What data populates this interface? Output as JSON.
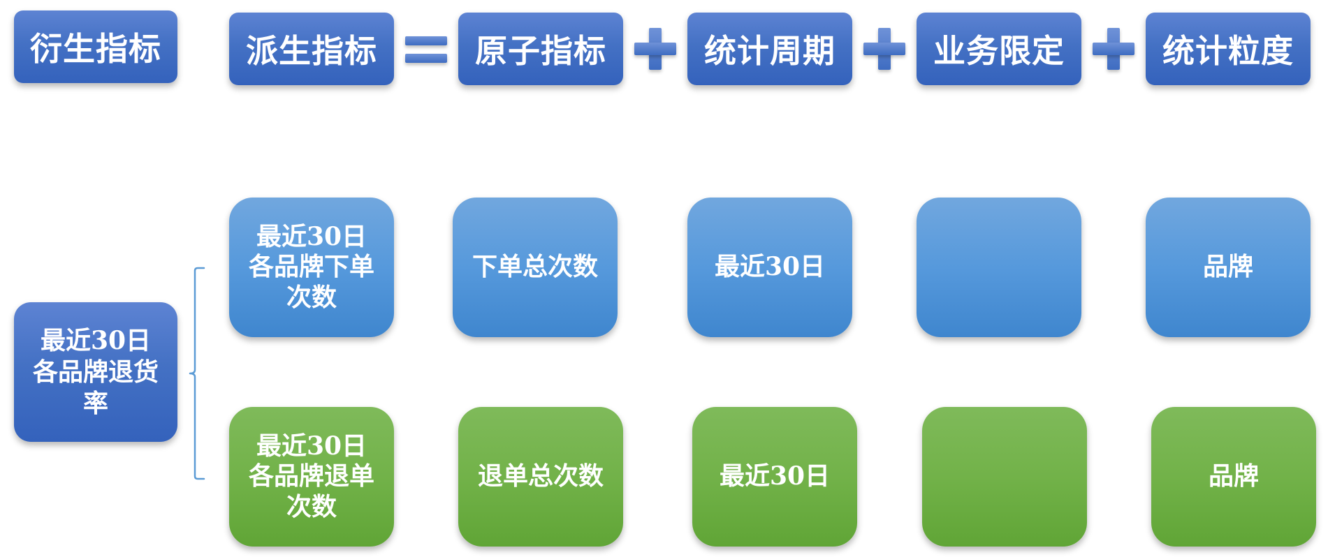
{
  "header": {
    "derived_label": "衍生指标",
    "formula": [
      "派生指标",
      "原子指标",
      "统计周期",
      "业务限定",
      "统计粒度"
    ]
  },
  "derived_metric": "最近30日各品牌退货率",
  "rows": [
    {
      "color": "blue",
      "cells": [
        "最近30日各品牌下单次数",
        "下单总次数",
        "最近30日",
        "",
        "品牌"
      ]
    },
    {
      "color": "green",
      "cells": [
        "最近30日各品牌退单次数",
        "退单总次数",
        "最近30日",
        "",
        "品牌"
      ]
    }
  ],
  "colors": {
    "header_blue": "#4471c4",
    "row_blue": "#5699dc",
    "row_green": "#72b249",
    "brace": "#5b9bd5"
  }
}
